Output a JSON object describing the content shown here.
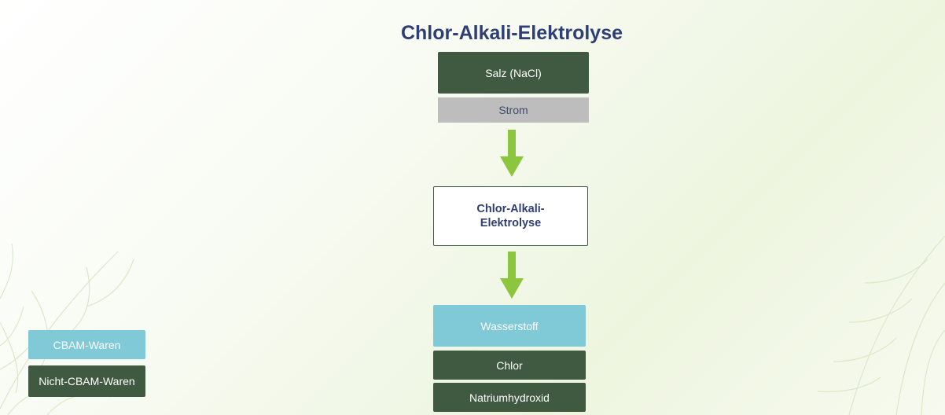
{
  "title": "Chlor-Alkali-Elektrolyse",
  "inputs": {
    "salt": "Salz (NaCl)",
    "power": "Strom"
  },
  "process": {
    "label_line1": "Chlor-Alkali-",
    "label_line2": "Elektrolyse"
  },
  "outputs": [
    {
      "label": "Wasserstoff",
      "type": "cbam"
    },
    {
      "label": "Chlor",
      "type": "nicht-cbam"
    },
    {
      "label": "Natriumhydroxid",
      "type": "nicht-cbam"
    }
  ],
  "legend": {
    "cbam": "CBAM-Waren",
    "non_cbam": "Nicht-CBAM-Waren"
  },
  "colors": {
    "dark_green": "#3f5a40",
    "light_blue": "#80c9d6",
    "gray": "#bdbdbd",
    "arrow_green": "#8cc63f",
    "title_blue": "#2f3e73"
  }
}
